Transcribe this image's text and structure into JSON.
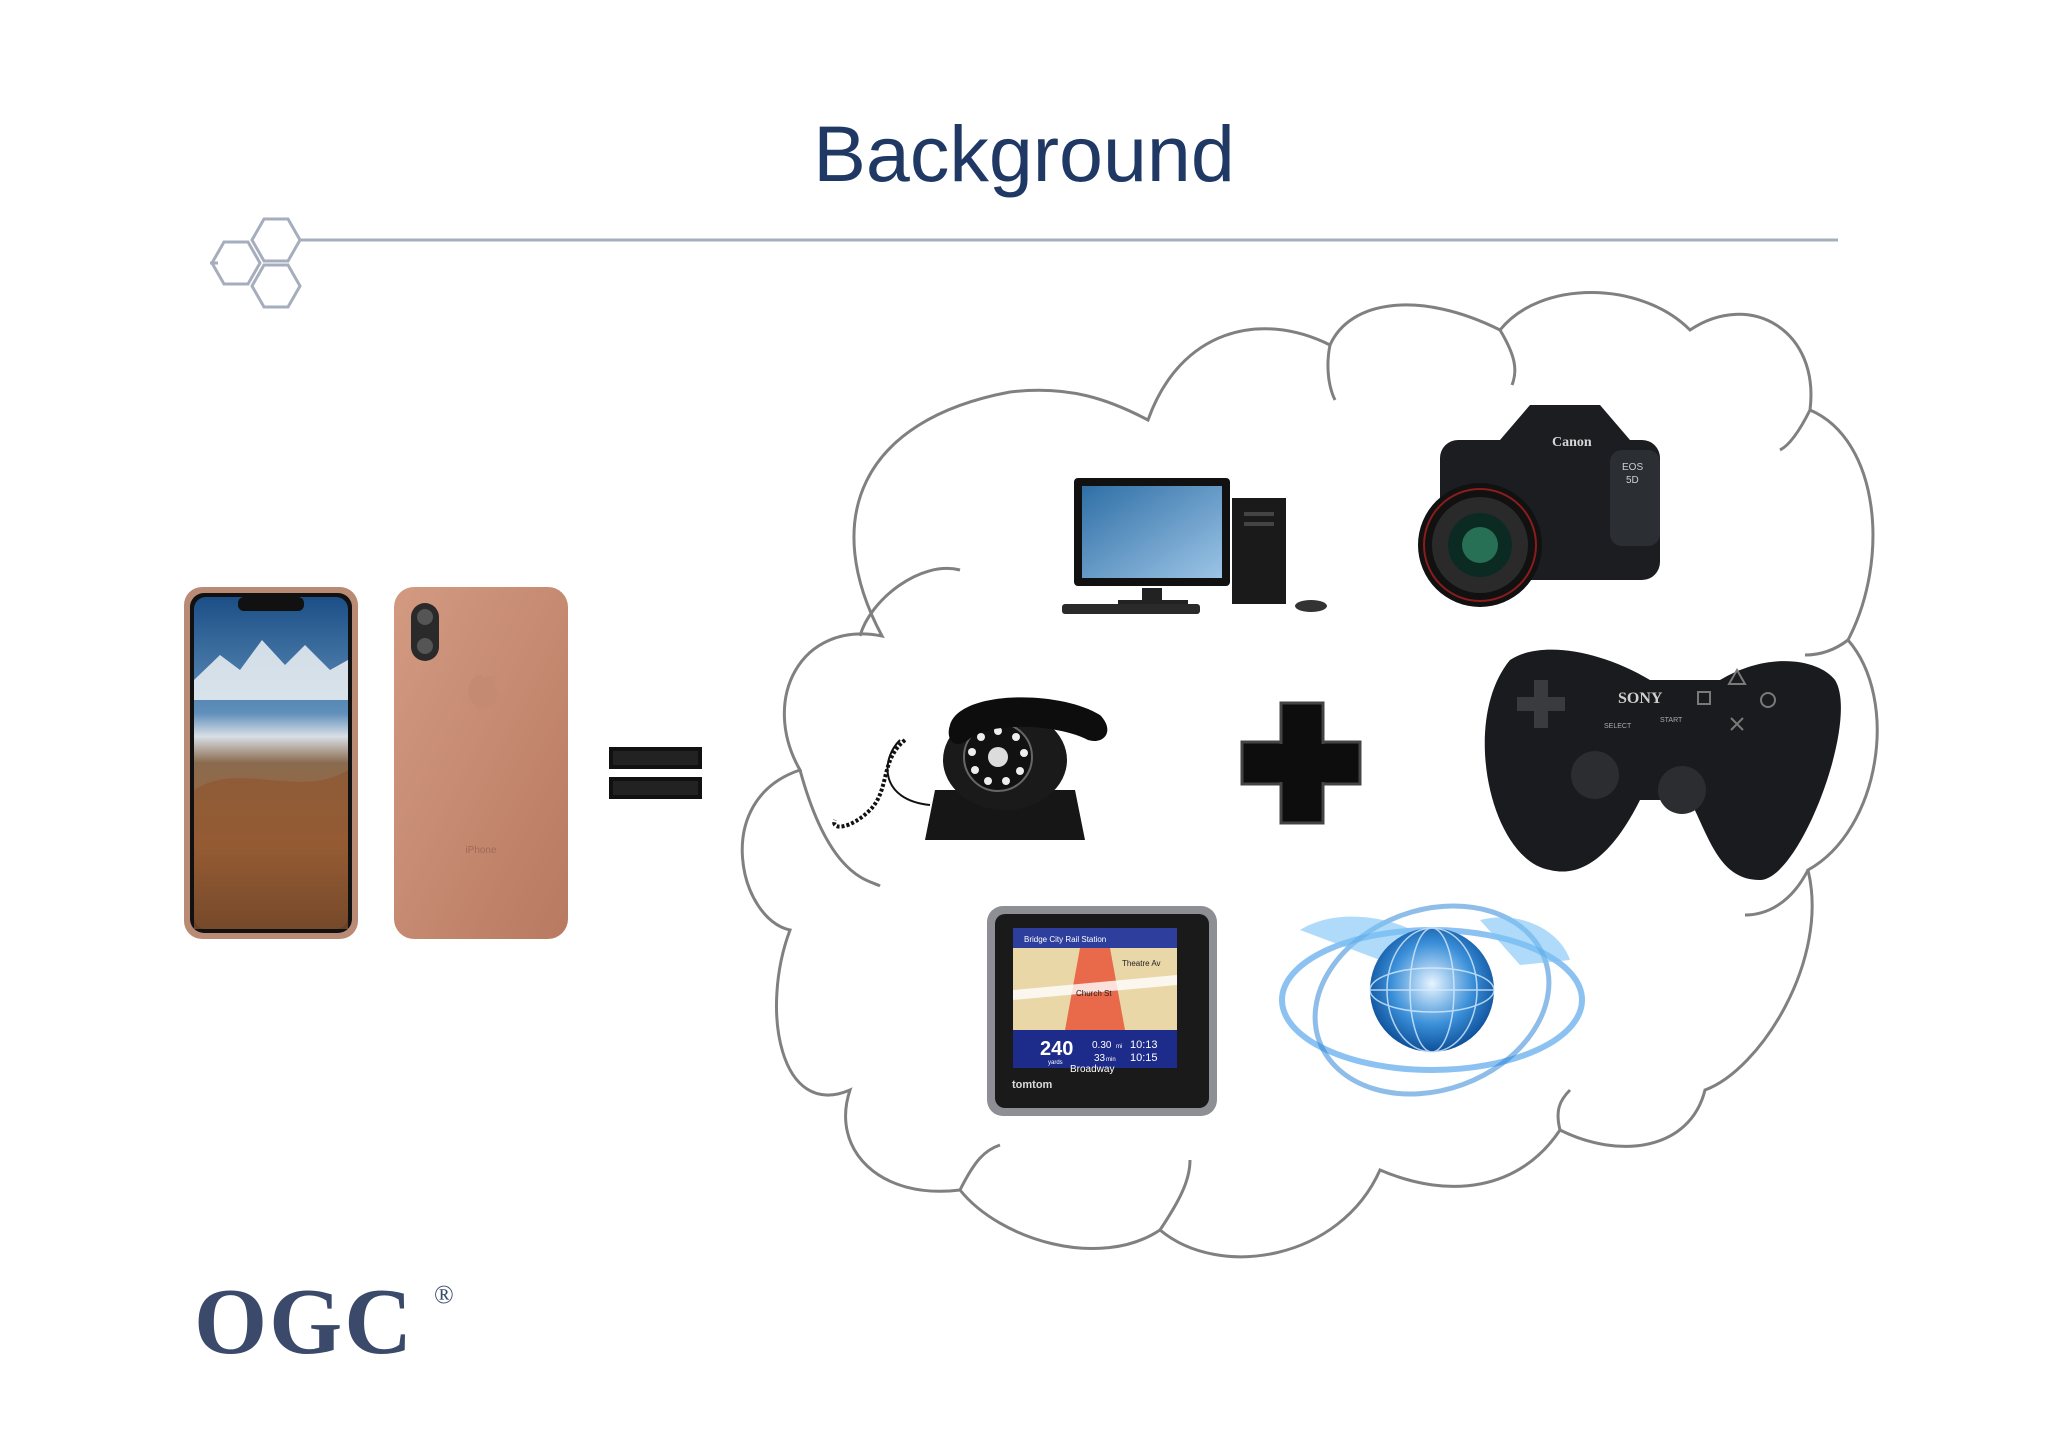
{
  "slide": {
    "title": "Background",
    "logo": {
      "text": "OGC",
      "registered": "®"
    }
  },
  "devices": {
    "iphone_back": {
      "brand": "iPhone"
    },
    "camera": {
      "brand": "Canon",
      "model_lines": [
        "EOS",
        "5D"
      ]
    },
    "gamepad": {
      "brand": "SONY",
      "labels": [
        "SELECT",
        "START"
      ]
    },
    "gps": {
      "brand": "tomtom",
      "streets": [
        "Bridge City Rail Station",
        "Theatre Av",
        "Church St",
        "Broadway"
      ],
      "turn_distance": "240",
      "distance_units": "yards",
      "remaining": [
        "0.30",
        "33"
      ],
      "remaining_units": [
        "mi",
        "min"
      ],
      "times": [
        "10:13",
        "10:15"
      ]
    }
  },
  "colors": {
    "title": "#1f3864",
    "divider": "#a6adbd",
    "cloud_stroke": "#7f7f7f",
    "logo": "#3b4a6b"
  },
  "icons": [
    "hexagon-cluster-icon",
    "equals-sign-icon",
    "plus-sign-icon"
  ]
}
